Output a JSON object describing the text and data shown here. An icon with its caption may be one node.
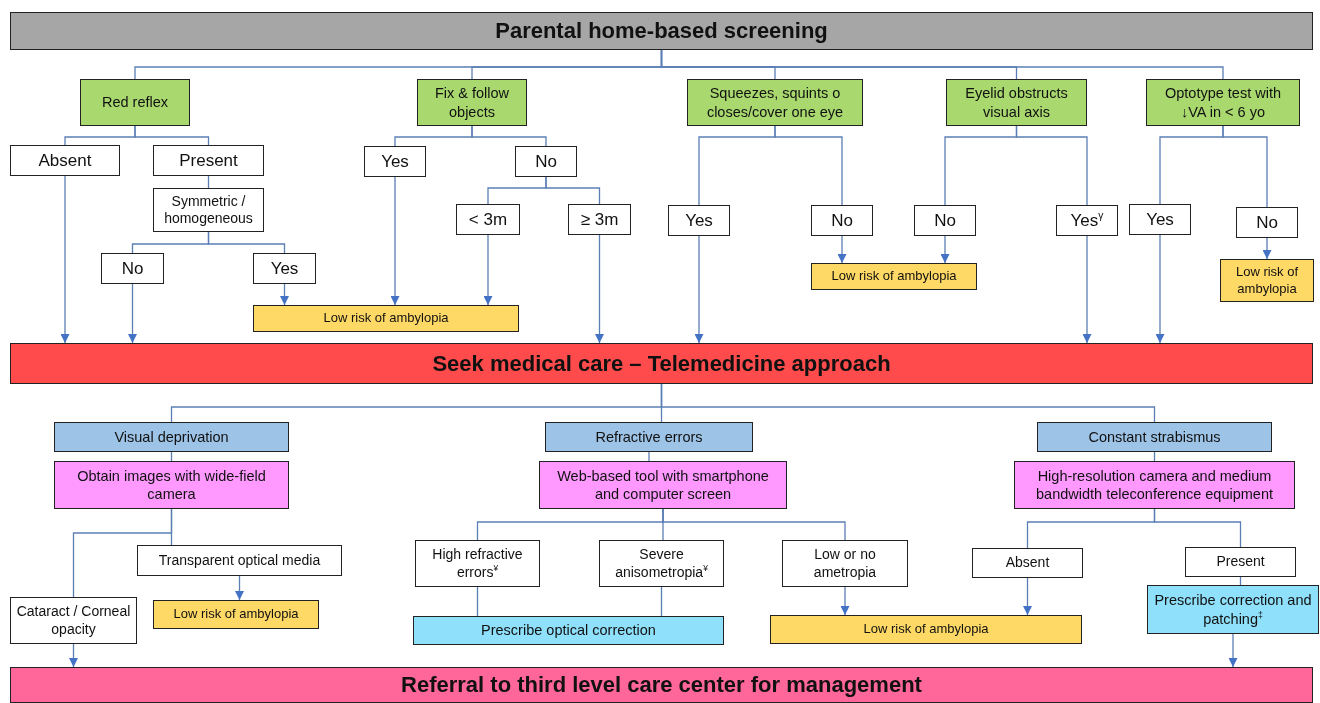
{
  "diagram": {
    "nodes": [
      {
        "text": [
          "Parental home-based screening"
        ]
      },
      {
        "text": [
          "Red reflex"
        ]
      },
      {
        "text": [
          "Fix & follow objects"
        ]
      },
      {
        "text": [
          "Squeezes, squints o closes/cover one eye"
        ]
      },
      {
        "text": [
          "Eyelid obstructs visual axis"
        ]
      },
      {
        "text": [
          "Optotype test with ↓VA in < 6 yo"
        ]
      },
      {
        "text": [
          "Absent"
        ]
      },
      {
        "text": [
          "Present"
        ]
      },
      {
        "text": [
          "Symmetric / homogeneous"
        ]
      },
      {
        "text": [
          "No"
        ]
      },
      {
        "text": [
          "Yes"
        ]
      },
      {
        "text": [
          "Yes"
        ]
      },
      {
        "text": [
          "No"
        ]
      },
      {
        "text": [
          "< 3m"
        ]
      },
      {
        "text": [
          "≥ 3m"
        ]
      },
      {
        "text": [
          "Low risk of ambylopia"
        ]
      },
      {
        "text": [
          "Seek medical care – Telemedicine approach"
        ]
      },
      {
        "text": [
          "Yes"
        ]
      },
      {
        "text": [
          "No"
        ]
      },
      {
        "text": [
          "No"
        ]
      },
      {
        "text": [
          "Yes$^{γ}$"
        ]
      },
      {
        "text": [
          "Yes"
        ]
      },
      {
        "text": [
          "No"
        ]
      },
      {
        "text": [
          "Low risk of ambylopia"
        ]
      },
      {
        "text": [
          "Low risk of ambylopia"
        ]
      },
      {
        "text": [
          "Visual deprivation"
        ]
      },
      {
        "text": [
          "Obtain images with wide-field camera"
        ]
      },
      {
        "text": [
          "Refractive errors"
        ]
      },
      {
        "text": [
          "Web-based tool with smartphone and computer screen"
        ]
      },
      {
        "text": [
          "Constant strabismus"
        ]
      },
      {
        "text": [
          "High-resolution camera and medium bandwidth teleconference equipment"
        ]
      },
      {
        "text": [
          "Transparent optical media"
        ]
      },
      {
        "text": [
          "Cataract / Corneal opacity"
        ]
      },
      {
        "text": [
          "Low risk of ambylopia"
        ]
      },
      {
        "text": [
          "High refractive errors$^{¥}$"
        ]
      },
      {
        "text": [
          "Severe anisometropia$^{¥}$"
        ]
      },
      {
        "text": [
          "Low or no ametropia"
        ]
      },
      {
        "text": [
          "Absent"
        ]
      },
      {
        "text": [
          "Present"
        ]
      },
      {
        "text": [
          "Prescribe optical correction"
        ]
      },
      {
        "text": [
          "Low risk of ambylopia"
        ]
      },
      {
        "text": [
          "Prescribe correction and patching$^{‡}$"
        ]
      },
      {
        "text": [
          "Referral to third level care center for management"
        ]
      }
    ],
    "edges": [
      {
        "from": 0,
        "to": 1,
        "arrow": "none"
      },
      {
        "from": 0,
        "to": 2,
        "arrow": "none"
      },
      {
        "from": 0,
        "to": 3,
        "arrow": "none"
      },
      {
        "from": 0,
        "to": 4,
        "arrow": "none"
      },
      {
        "from": 0,
        "to": 5,
        "arrow": "none"
      },
      {
        "from": 1,
        "to": 6,
        "arrow": "none"
      },
      {
        "from": 1,
        "to": 7,
        "arrow": "none"
      },
      {
        "from": 7,
        "to": 8,
        "arrow": "none"
      },
      {
        "from": 8,
        "to": 9,
        "arrow": "none"
      },
      {
        "from": 8,
        "to": 10,
        "arrow": "none"
      },
      {
        "from": 2,
        "to": 11,
        "arrow": "none"
      },
      {
        "from": 2,
        "to": 12,
        "arrow": "none"
      },
      {
        "from": 12,
        "to": 13,
        "arrow": "none"
      },
      {
        "from": 12,
        "to": 14,
        "arrow": "none"
      },
      {
        "from": 6,
        "to": 16,
        "arrow": "to"
      },
      {
        "from": 9,
        "to": 16,
        "arrow": "to"
      },
      {
        "from": 10,
        "to": 15,
        "arrow": "to"
      },
      {
        "from": 11,
        "to": 15,
        "arrow": "to"
      },
      {
        "from": 13,
        "to": 15,
        "arrow": "to"
      },
      {
        "from": 14,
        "to": 16,
        "arrow": "to"
      },
      {
        "from": 3,
        "to": 17,
        "arrow": "none"
      },
      {
        "from": 3,
        "to": 18,
        "arrow": "none"
      },
      {
        "from": 17,
        "to": 16,
        "arrow": "to"
      },
      {
        "from": 18,
        "to": 23,
        "arrow": "to"
      },
      {
        "from": 4,
        "to": 19,
        "arrow": "none"
      },
      {
        "from": 4,
        "to": 20,
        "arrow": "none"
      },
      {
        "from": 19,
        "to": 23,
        "arrow": "to"
      },
      {
        "from": 20,
        "to": 16,
        "arrow": "to"
      },
      {
        "from": 5,
        "to": 21,
        "arrow": "none"
      },
      {
        "from": 5,
        "to": 22,
        "arrow": "none"
      },
      {
        "from": 21,
        "to": 16,
        "arrow": "to"
      },
      {
        "from": 22,
        "to": 24,
        "arrow": "to"
      },
      {
        "from": 16,
        "to": 25,
        "arrow": "none"
      },
      {
        "from": 16,
        "to": 27,
        "arrow": "none"
      },
      {
        "from": 16,
        "to": 29,
        "arrow": "none"
      },
      {
        "from": 25,
        "to": 26,
        "arrow": "none"
      },
      {
        "from": 27,
        "to": 28,
        "arrow": "none"
      },
      {
        "from": 29,
        "to": 30,
        "arrow": "none"
      },
      {
        "from": 26,
        "to": 32,
        "arrow": "none"
      },
      {
        "from": 26,
        "to": 31,
        "arrow": "none"
      },
      {
        "from": 31,
        "to": 33,
        "arrow": "to"
      },
      {
        "from": 32,
        "to": 42,
        "arrow": "to"
      },
      {
        "from": 28,
        "to": 34,
        "arrow": "none"
      },
      {
        "from": 28,
        "to": 35,
        "arrow": "none"
      },
      {
        "from": 28,
        "to": 36,
        "arrow": "none"
      },
      {
        "from": 34,
        "to": 39,
        "arrow": "none"
      },
      {
        "from": 35,
        "to": 39,
        "arrow": "none"
      },
      {
        "from": 36,
        "to": 40,
        "arrow": "to"
      },
      {
        "from": 30,
        "to": 37,
        "arrow": "none"
      },
      {
        "from": 30,
        "to": 38,
        "arrow": "none"
      },
      {
        "from": 37,
        "to": 40,
        "arrow": "to"
      },
      {
        "from": 38,
        "to": 41,
        "arrow": "none"
      },
      {
        "from": 41,
        "to": 42,
        "arrow": "to"
      }
    ]
  }
}
